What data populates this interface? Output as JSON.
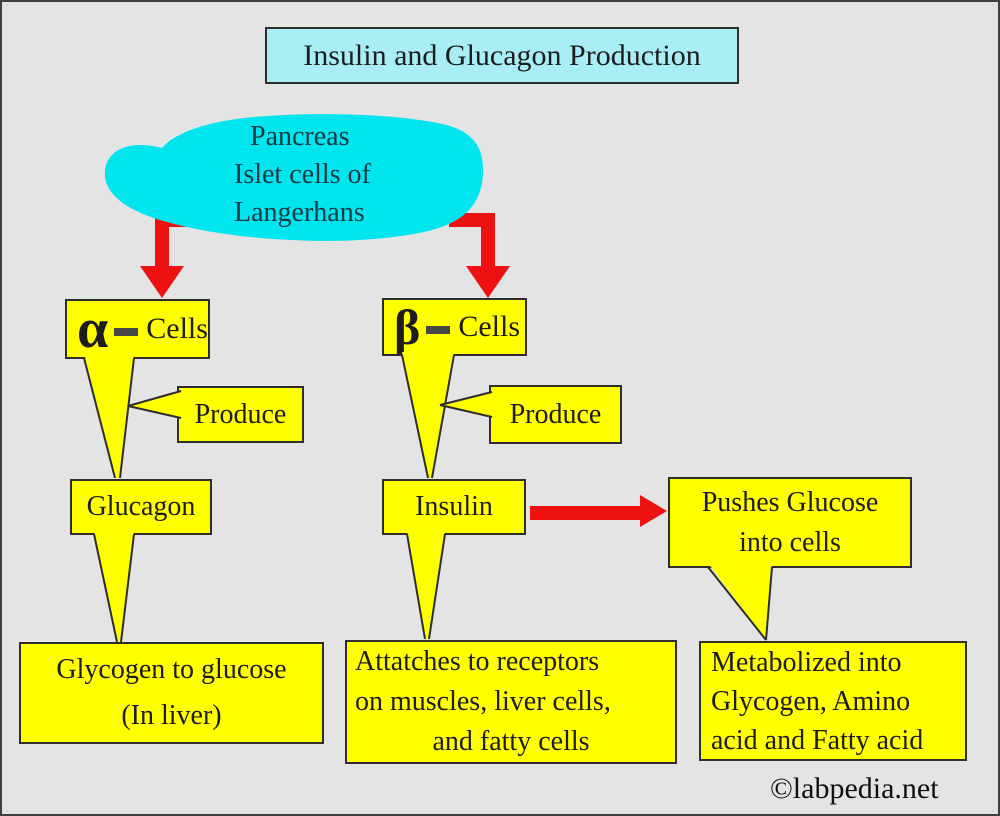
{
  "page": {
    "title": "Insulin and Glucagon Production",
    "watermark": "©labpedia.net"
  },
  "colors": {
    "background": "#e4e4e4",
    "title_fill": "#a9eef5",
    "pancreas_fill": "#00e5ee",
    "box_fill": "#ffff00",
    "arrow_red": "#ee1111",
    "outline": "#2e2e2e"
  },
  "pancreas": {
    "lines": [
      "Pancreas",
      "Islet cells of",
      "Langerhans"
    ]
  },
  "alpha_branch": {
    "symbol": "α",
    "cells_label": "Cells",
    "produce": "Produce",
    "hormone": "Glucagon",
    "effect_lines": [
      "Glycogen to glucose",
      "(In liver)"
    ]
  },
  "beta_branch": {
    "symbol": "β",
    "cells_label": "Cells",
    "produce": "Produce",
    "hormone": "Insulin",
    "push_lines": [
      "Pushes Glucose",
      "into cells"
    ],
    "receptor_lines": [
      "Attatches to receptors",
      "on muscles, liver cells,",
      "and fatty cells"
    ],
    "metabolism_lines": [
      "Metabolized into",
      "Glycogen, Amino",
      "acid and Fatty acid"
    ]
  }
}
